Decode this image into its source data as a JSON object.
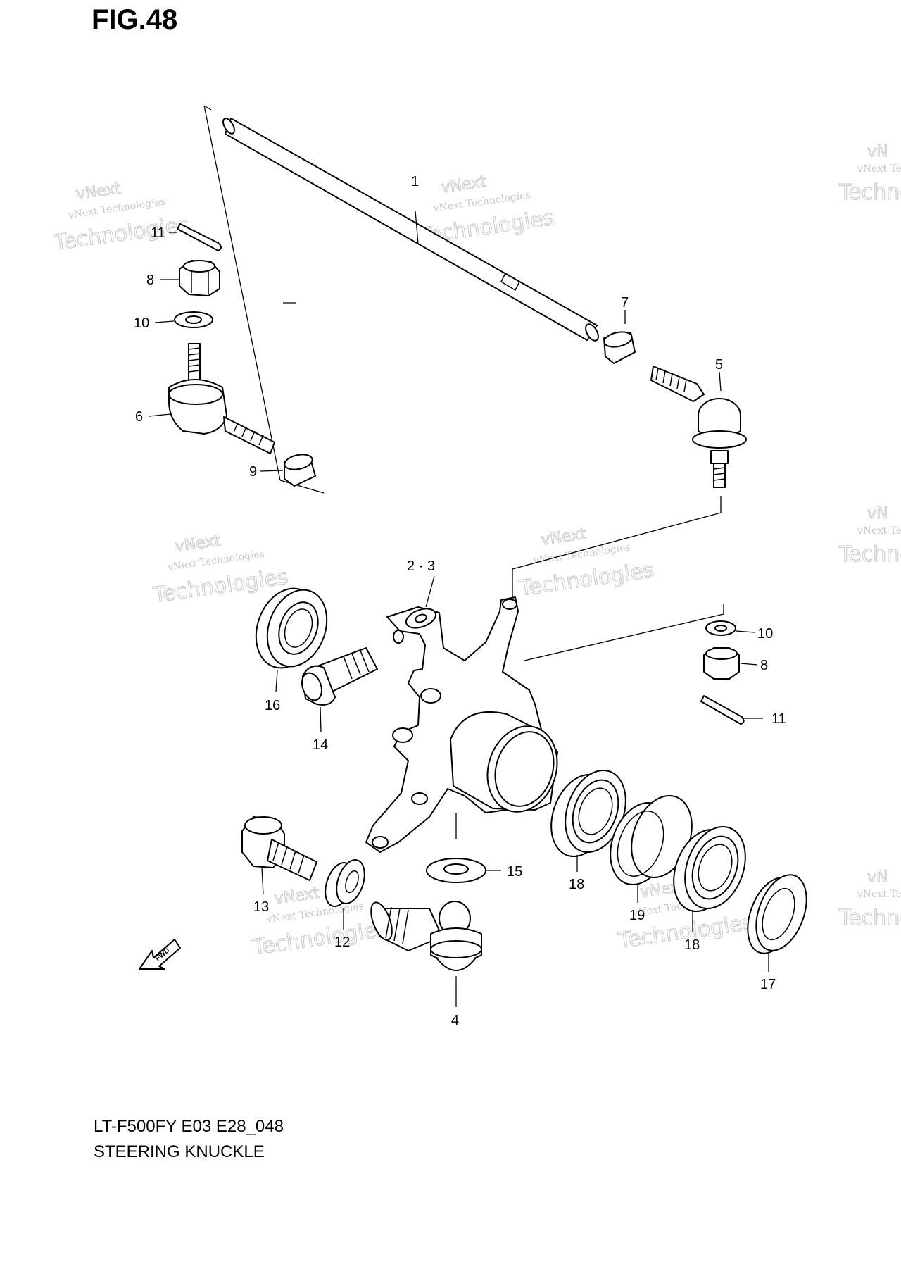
{
  "figure": {
    "title": "FIG.48",
    "model_code": "LT-F500FY E03 E28_048",
    "diagram_name": "STEERING KNUCKLE"
  },
  "watermark": {
    "line1": "vNext",
    "line2": "vNext Technologies",
    "line3": "Technologies",
    "line1_clip": "vN",
    "line2_clip": "vNext Technologies",
    "line3_clip": "Technologies"
  },
  "fwd_label": "FWD",
  "callouts": {
    "c1": "1",
    "c23": "2 · 3",
    "c4": "4",
    "c5": "5",
    "c6": "6",
    "c7": "7",
    "c8_left": "8",
    "c8_right": "8",
    "c9": "9",
    "c10_left": "10",
    "c10_right": "10",
    "c11_left": "11",
    "c11_right": "11",
    "c12": "12",
    "c13": "13",
    "c14": "14",
    "c15": "15",
    "c16": "16",
    "c17": "17",
    "c18_left": "18",
    "c18_right": "18",
    "c19": "19"
  }
}
